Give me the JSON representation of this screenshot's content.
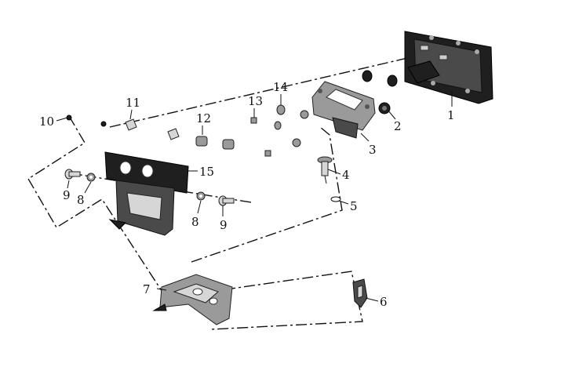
{
  "callouts": {
    "c1": "1",
    "c2": "2",
    "c3": "3",
    "c4": "4",
    "c5": "5",
    "c6": "6",
    "c7": "7",
    "c8a": "8",
    "c8b": "8",
    "c9a": "9",
    "c9b": "9",
    "c10": "10",
    "c11": "11",
    "c12": "12",
    "c13": "13",
    "c14": "14",
    "c15": "15"
  }
}
